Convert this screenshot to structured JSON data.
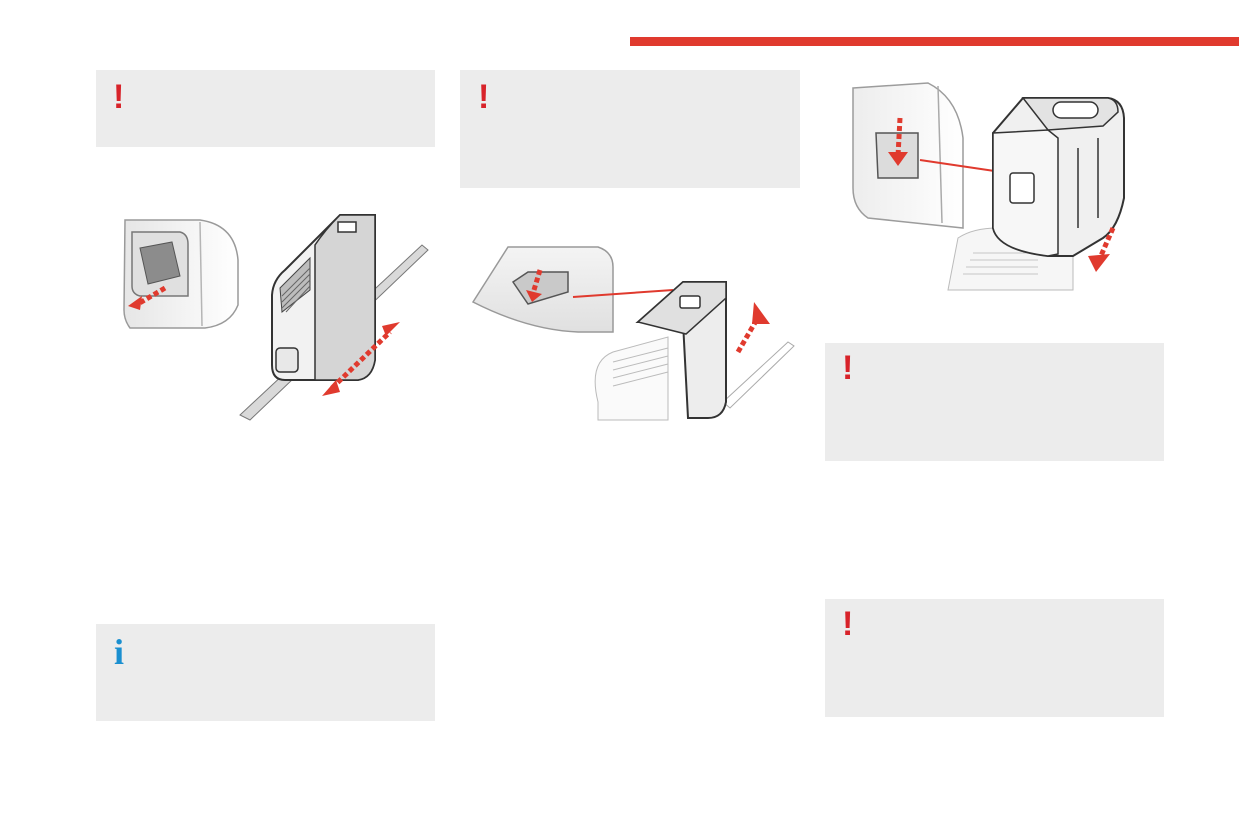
{
  "page": {
    "accent_color": "#e03a2e",
    "warning_color": "#d8232a",
    "info_color": "#1a8fd0",
    "panel_color": "#ececec"
  },
  "notices": [
    {
      "type": "warning",
      "icon": "exclamation-icon",
      "symbol": "!"
    },
    {
      "type": "warning",
      "icon": "exclamation-icon",
      "symbol": "!"
    },
    {
      "type": "info",
      "icon": "info-icon",
      "symbol": "i"
    },
    {
      "type": "warning",
      "icon": "exclamation-icon",
      "symbol": "!"
    },
    {
      "type": "warning",
      "icon": "exclamation-icon",
      "symbol": "!"
    }
  ],
  "illustrations": [
    {
      "name": "seat-belt-height-adjuster",
      "icon": "seat-belt-adjuster-icon"
    },
    {
      "name": "rear-seat-belt-release",
      "icon": "seat-belt-release-icon"
    },
    {
      "name": "rear-seat-belt-stowage",
      "icon": "seat-belt-stowage-icon"
    }
  ]
}
